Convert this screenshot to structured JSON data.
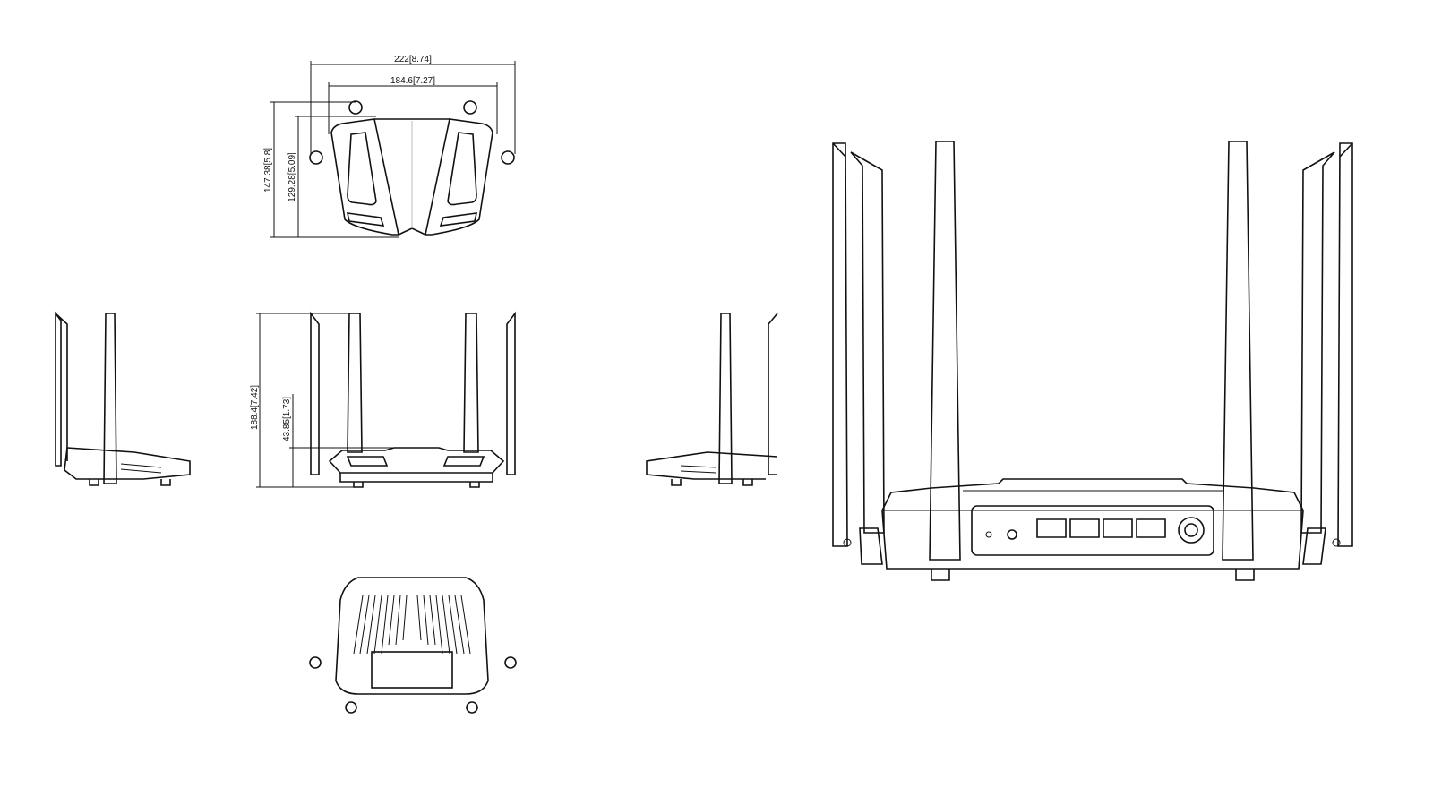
{
  "dimensions": {
    "overall_width": "222[8.74]",
    "body_width": "184.6[7.27]",
    "overall_depth": "147.38[5.8]",
    "body_depth": "129.28[5.09]",
    "overall_height": "188.4[7.42]",
    "body_height": "43.85[1.73]"
  }
}
